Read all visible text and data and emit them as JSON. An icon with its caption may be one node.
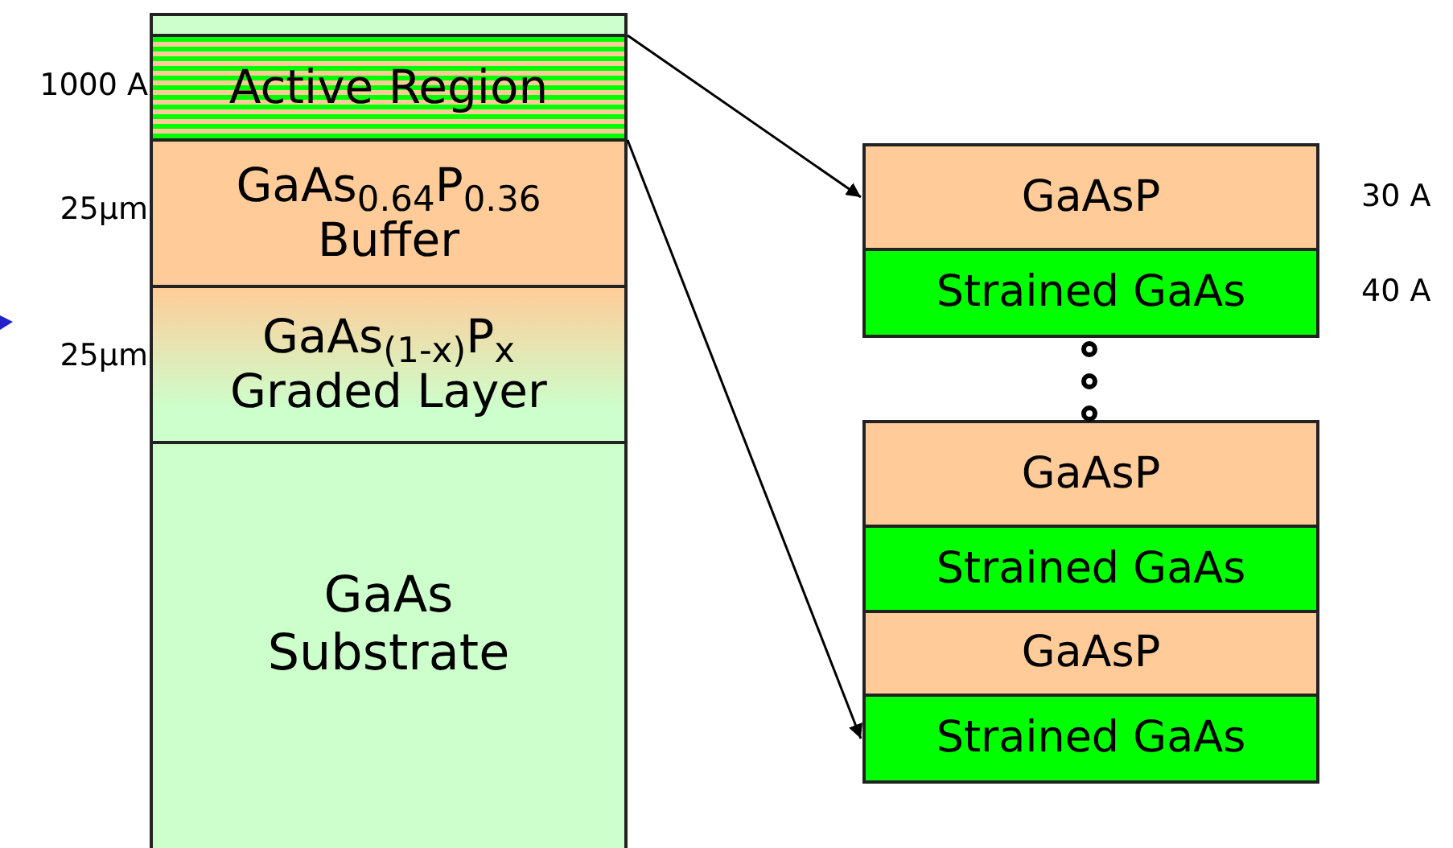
{
  "diagram": {
    "nodes": [
      {
        "text": [],
        "shape": "box"
      },
      {
        "text": [
          "Active Region"
        ],
        "beside": [
          "1000 A"
        ]
      },
      {
        "text": [
          "GaAs$_{0.64}$P$_{0.36}$ Buffer"
        ],
        "beside": [
          "25μm"
        ]
      },
      {
        "text": [
          "GaAs$_{(1-x)}$P$_{x}$ Graded Layer"
        ],
        "beside": [
          "25μm"
        ]
      },
      {
        "text": [
          "GaAs Substrate"
        ]
      },
      {
        "text": [
          "GaAsP"
        ],
        "beside": [
          "30 A"
        ]
      },
      {
        "text": [
          "Strained GaAs"
        ],
        "beside": [
          "40 A"
        ]
      },
      {
        "text": [
          "GaAsP"
        ]
      },
      {
        "text": [
          "Strained GaAs"
        ]
      },
      {
        "text": [
          "GaAsP"
        ]
      },
      {
        "text": [
          "Strained GaAs"
        ]
      }
    ],
    "edges": [
      {
        "from": 1,
        "to": 5,
        "arrow": "to"
      },
      {
        "from": 1,
        "to": 10,
        "arrow": "to"
      }
    ]
  }
}
